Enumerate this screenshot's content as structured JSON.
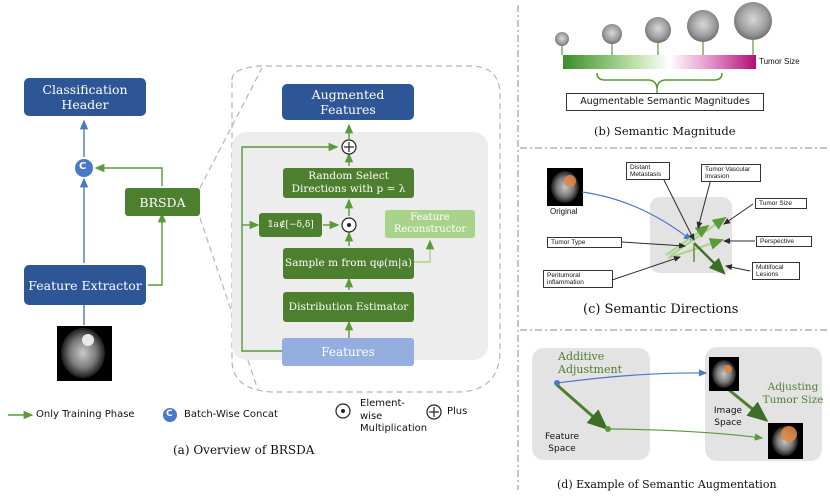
{
  "panel_a": {
    "classification_header": "Classification Header",
    "feature_extractor": "Feature Extractor",
    "brsda": "BRSDA",
    "concat_symbol": "C",
    "augmented_features": "Augmented Features",
    "random_select": "Random Select Directions with p = λ",
    "indicator": "𝟙a∉[−δ,δ]",
    "feature_reconstructor": "Feature Reconstructor",
    "sample_m": "Sample m from qφ(m|a)",
    "distribution_estimator": "Distribution Estimator",
    "features": "Features",
    "legend": {
      "training": "Only Training Phase",
      "concat": "Batch-Wise Concat",
      "elementwise": "Element-wise Multiplication",
      "plus": "Plus"
    },
    "caption": "(a) Overview of BRSDA"
  },
  "panel_b": {
    "tumor_size": "Tumor Size",
    "augmentable": "Augmentable Semantic Magnitudes",
    "caption": "(b) Semantic Magnitude"
  },
  "panel_c": {
    "original": "Original",
    "directions": [
      "Distant Metastasis",
      "Tumor Vascular Invasion",
      "Tumor Size",
      "Tumor Type",
      "Perspective",
      "Peritumoral inflammation",
      "Multifocal Lesions"
    ],
    "caption": "(c) Semantic Directions"
  },
  "panel_d": {
    "additive": "Additive Adjustment",
    "feature_space": "Feature Space",
    "image_space": "Image Space",
    "adjusting": "Adjusting Tumor Size",
    "caption": "(d) Example of Semantic Augmentation"
  },
  "colors": {
    "blue": "#2e5596",
    "green": "#4c7f2e",
    "light_blue": "#94aee0",
    "light_green": "#a9d38a",
    "arrow_green": "#5a9a3a",
    "arrow_blue": "#4a78c8"
  }
}
